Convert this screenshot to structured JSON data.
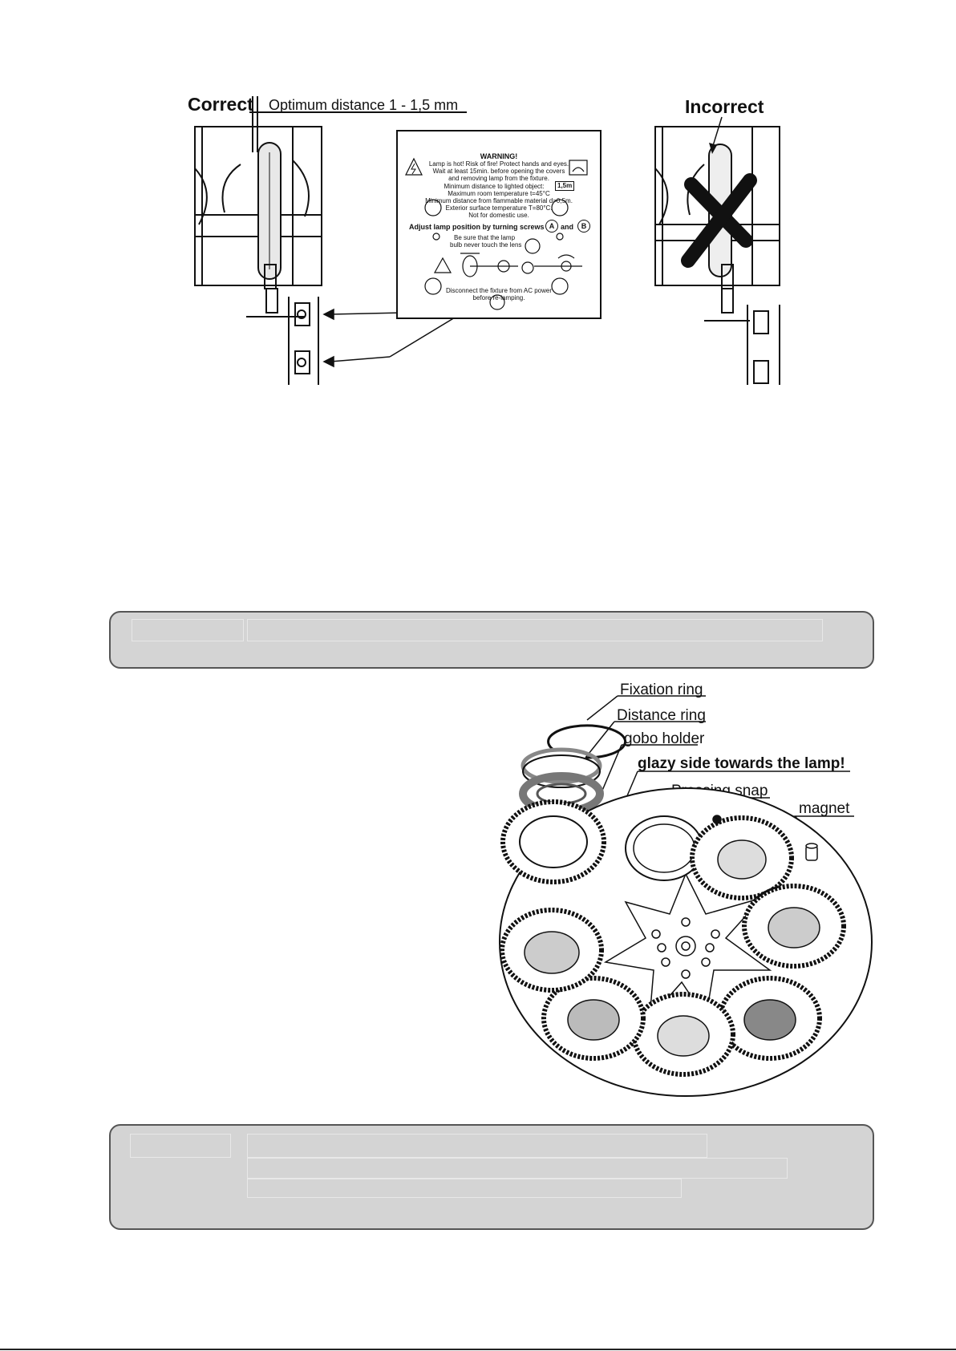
{
  "lamp_figure": {
    "correct_label": "Correct",
    "distance_label": "Optimum distance 1 - 1,5 mm",
    "incorrect_label": "Incorrect",
    "warning_panel": {
      "title": "WARNING!",
      "lines": [
        "Lamp is hot! Risk of fire! Protect hands and eyes.",
        "Wait at least 15min. before opening the covers",
        "and removing lamp from the fixture.",
        "Minimum distance to lighted object:",
        "Maximum room temperature t=45°C",
        "Minimum distance from flammable material d=0,5m.",
        "Exterior surface temperature T=80°C.",
        "Not for domestic use."
      ],
      "distance_badge": "1,5m",
      "adjust_line": "Adjust lamp position by turning screws",
      "screw_a": "A",
      "and_text": "and",
      "screw_b": "B",
      "bulb_note_1": "Be sure that the lamp",
      "bulb_note_2": "bulb never touch the lens",
      "disconnect_1": "Disconnect the fixture from AC power",
      "disconnect_2": "before re-lamping."
    }
  },
  "gobo_figure": {
    "fixation_ring": "Fixation ring",
    "distance_ring": "Distance ring",
    "gobo_holder": "gobo holder",
    "glazy_side": "glazy side towards the lamp!",
    "pressing_snap": "Pressing snap",
    "magnet": "magnet"
  }
}
